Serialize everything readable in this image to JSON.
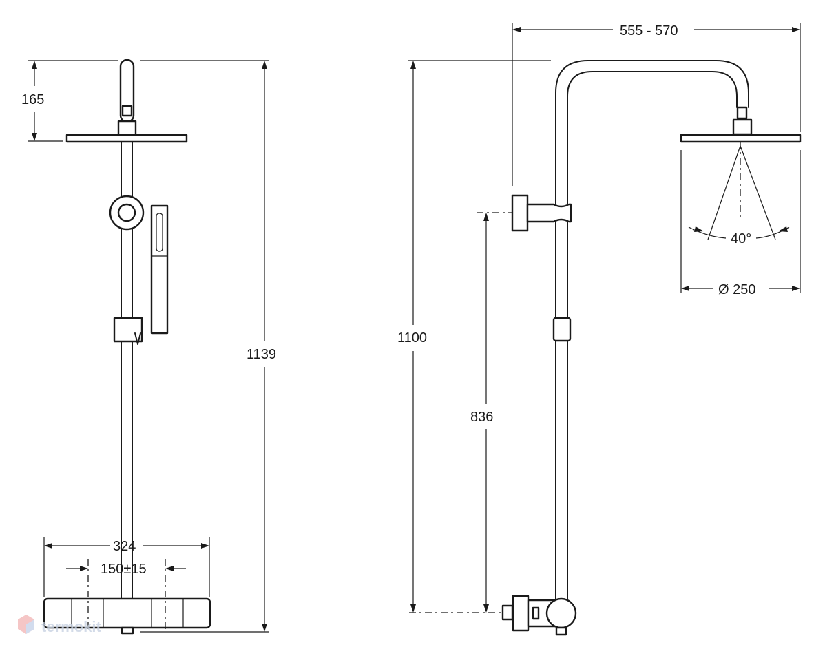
{
  "dimensions": {
    "head_height": "165",
    "total_height_front": "1139",
    "mixer_width": "324",
    "inlet_spacing": "150±15",
    "reach": "555 - 570",
    "total_height_side": "1100",
    "outlet_height": "836",
    "spray_angle": "40°",
    "head_diameter": "Ø 250"
  },
  "watermark": "termokit"
}
